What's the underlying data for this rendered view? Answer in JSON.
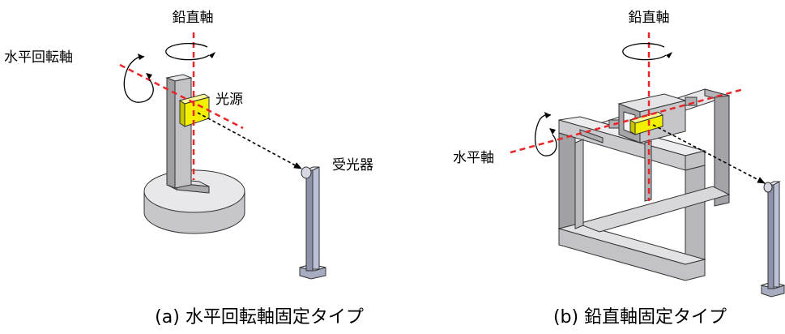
{
  "diagram_a": {
    "label_vertical_axis": "鉛直軸",
    "label_horizontal_rotation_axis": "水平回転軸",
    "label_light_source": "光源",
    "label_receiver": "受光器",
    "caption": "(a) 水平回転軸固定タイプ"
  },
  "diagram_b": {
    "label_vertical_axis": "鉛直軸",
    "label_horizontal_axis": "水平軸",
    "caption": "(b) 鉛直軸固定タイプ"
  },
  "colors": {
    "axis_red": "#e8262a",
    "source_yellow": "#f2f000",
    "body_gray": "#b8b8bc",
    "receiver_blue": "#bcc0d6"
  }
}
